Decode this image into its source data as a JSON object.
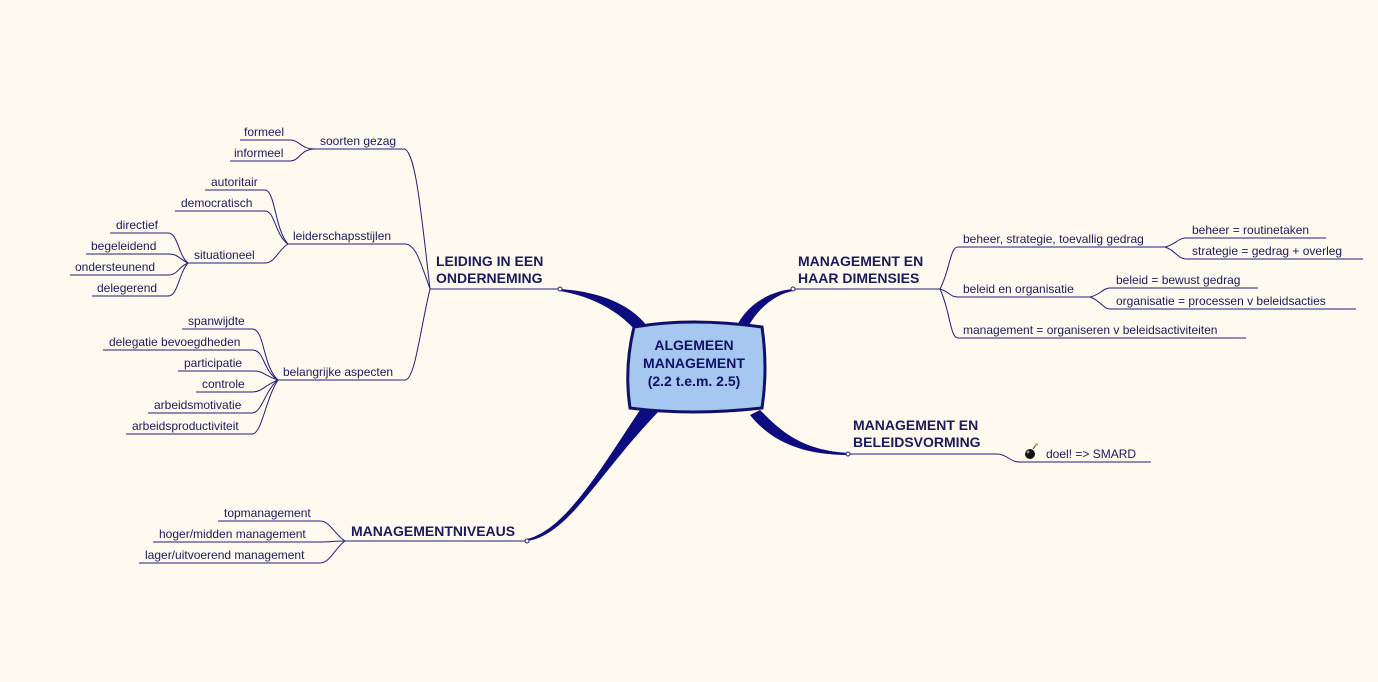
{
  "center": {
    "lines": [
      "ALGEMEEN",
      "MANAGEMENT",
      "(2.2 t.e.m. 2.5)"
    ]
  },
  "branches": {
    "leiding": {
      "lines": [
        "LEIDING IN EEN",
        "ONDERNEMING"
      ],
      "soorten_gezag": {
        "label": "soorten gezag",
        "items": [
          "formeel",
          "informeel"
        ]
      },
      "leiderschapsstijlen": {
        "label": "leiderschapsstijlen",
        "items": [
          "autoritair",
          "democratisch"
        ],
        "situationeel": {
          "label": "situationeel",
          "items": [
            "directief",
            "begeleidend",
            "ondersteunend",
            "delegerend"
          ]
        }
      },
      "belangrijke_aspecten": {
        "label": "belangrijke aspecten",
        "items": [
          "spanwijdte",
          "delegatie bevoegdheden",
          "participatie",
          "controle",
          "arbeidsmotivatie",
          "arbeidsproductiviteit"
        ]
      }
    },
    "niveaus": {
      "label": "MANAGEMENTNIVEAUS",
      "items": [
        "topmanagement",
        "hoger/midden management",
        "lager/uitvoerend management"
      ]
    },
    "dimensies": {
      "lines": [
        "MANAGEMENT EN",
        "HAAR DIMENSIES"
      ],
      "bsg": {
        "label": "beheer, strategie, toevallig gedrag",
        "items": [
          "beheer = routinetaken",
          "strategie = gedrag + overleg"
        ]
      },
      "beleid": {
        "label": "beleid en organisatie",
        "items": [
          "beleid = bewust gedrag",
          "organisatie = processen v beleidsacties"
        ]
      },
      "mgmt": {
        "label": "management = organiseren v beleidsactiviteiten"
      }
    },
    "beleidsvorming": {
      "lines": [
        "MANAGEMENT EN",
        "BELEIDSVORMING"
      ],
      "doel": {
        "label": "doel! => SMARD",
        "icon": "bomb-icon"
      }
    }
  },
  "colors": {
    "background": "#fffaf0",
    "text": "#1a1a5e",
    "center_fill": "#a6c8f0",
    "trunk": "#0c0c80"
  }
}
